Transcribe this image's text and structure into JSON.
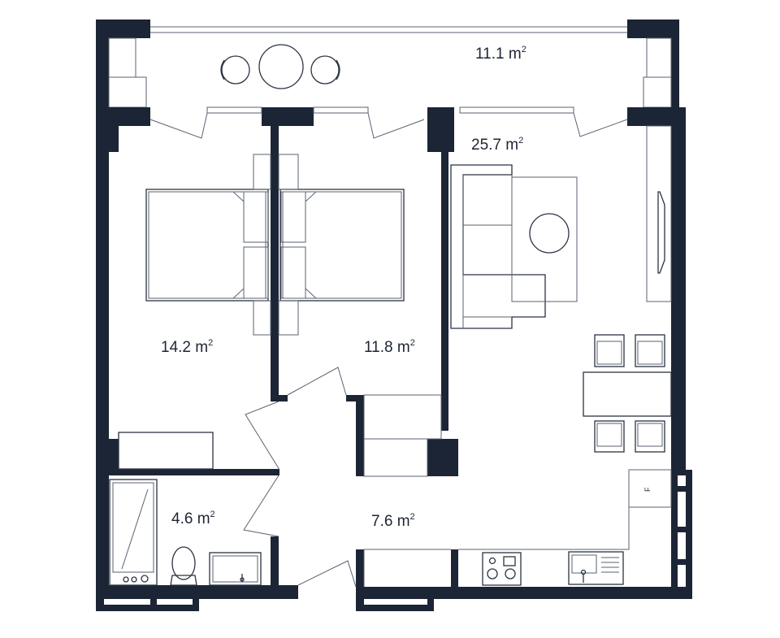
{
  "rooms": [
    {
      "id": "balcony",
      "area": "11.1 m",
      "exp": "2"
    },
    {
      "id": "living",
      "area": "25.7 m",
      "exp": "2"
    },
    {
      "id": "bedroom1",
      "area": "14.2 m",
      "exp": "2"
    },
    {
      "id": "bedroom2",
      "area": "11.8 m",
      "exp": "2"
    },
    {
      "id": "bathroom",
      "area": "4.6 m",
      "exp": "2"
    },
    {
      "id": "hallway",
      "area": "7.6 m",
      "exp": "2"
    }
  ],
  "fridge_label": "F",
  "colors": {
    "wall": "#1c2535",
    "line": "#5a6270",
    "background": "#ffffff"
  }
}
